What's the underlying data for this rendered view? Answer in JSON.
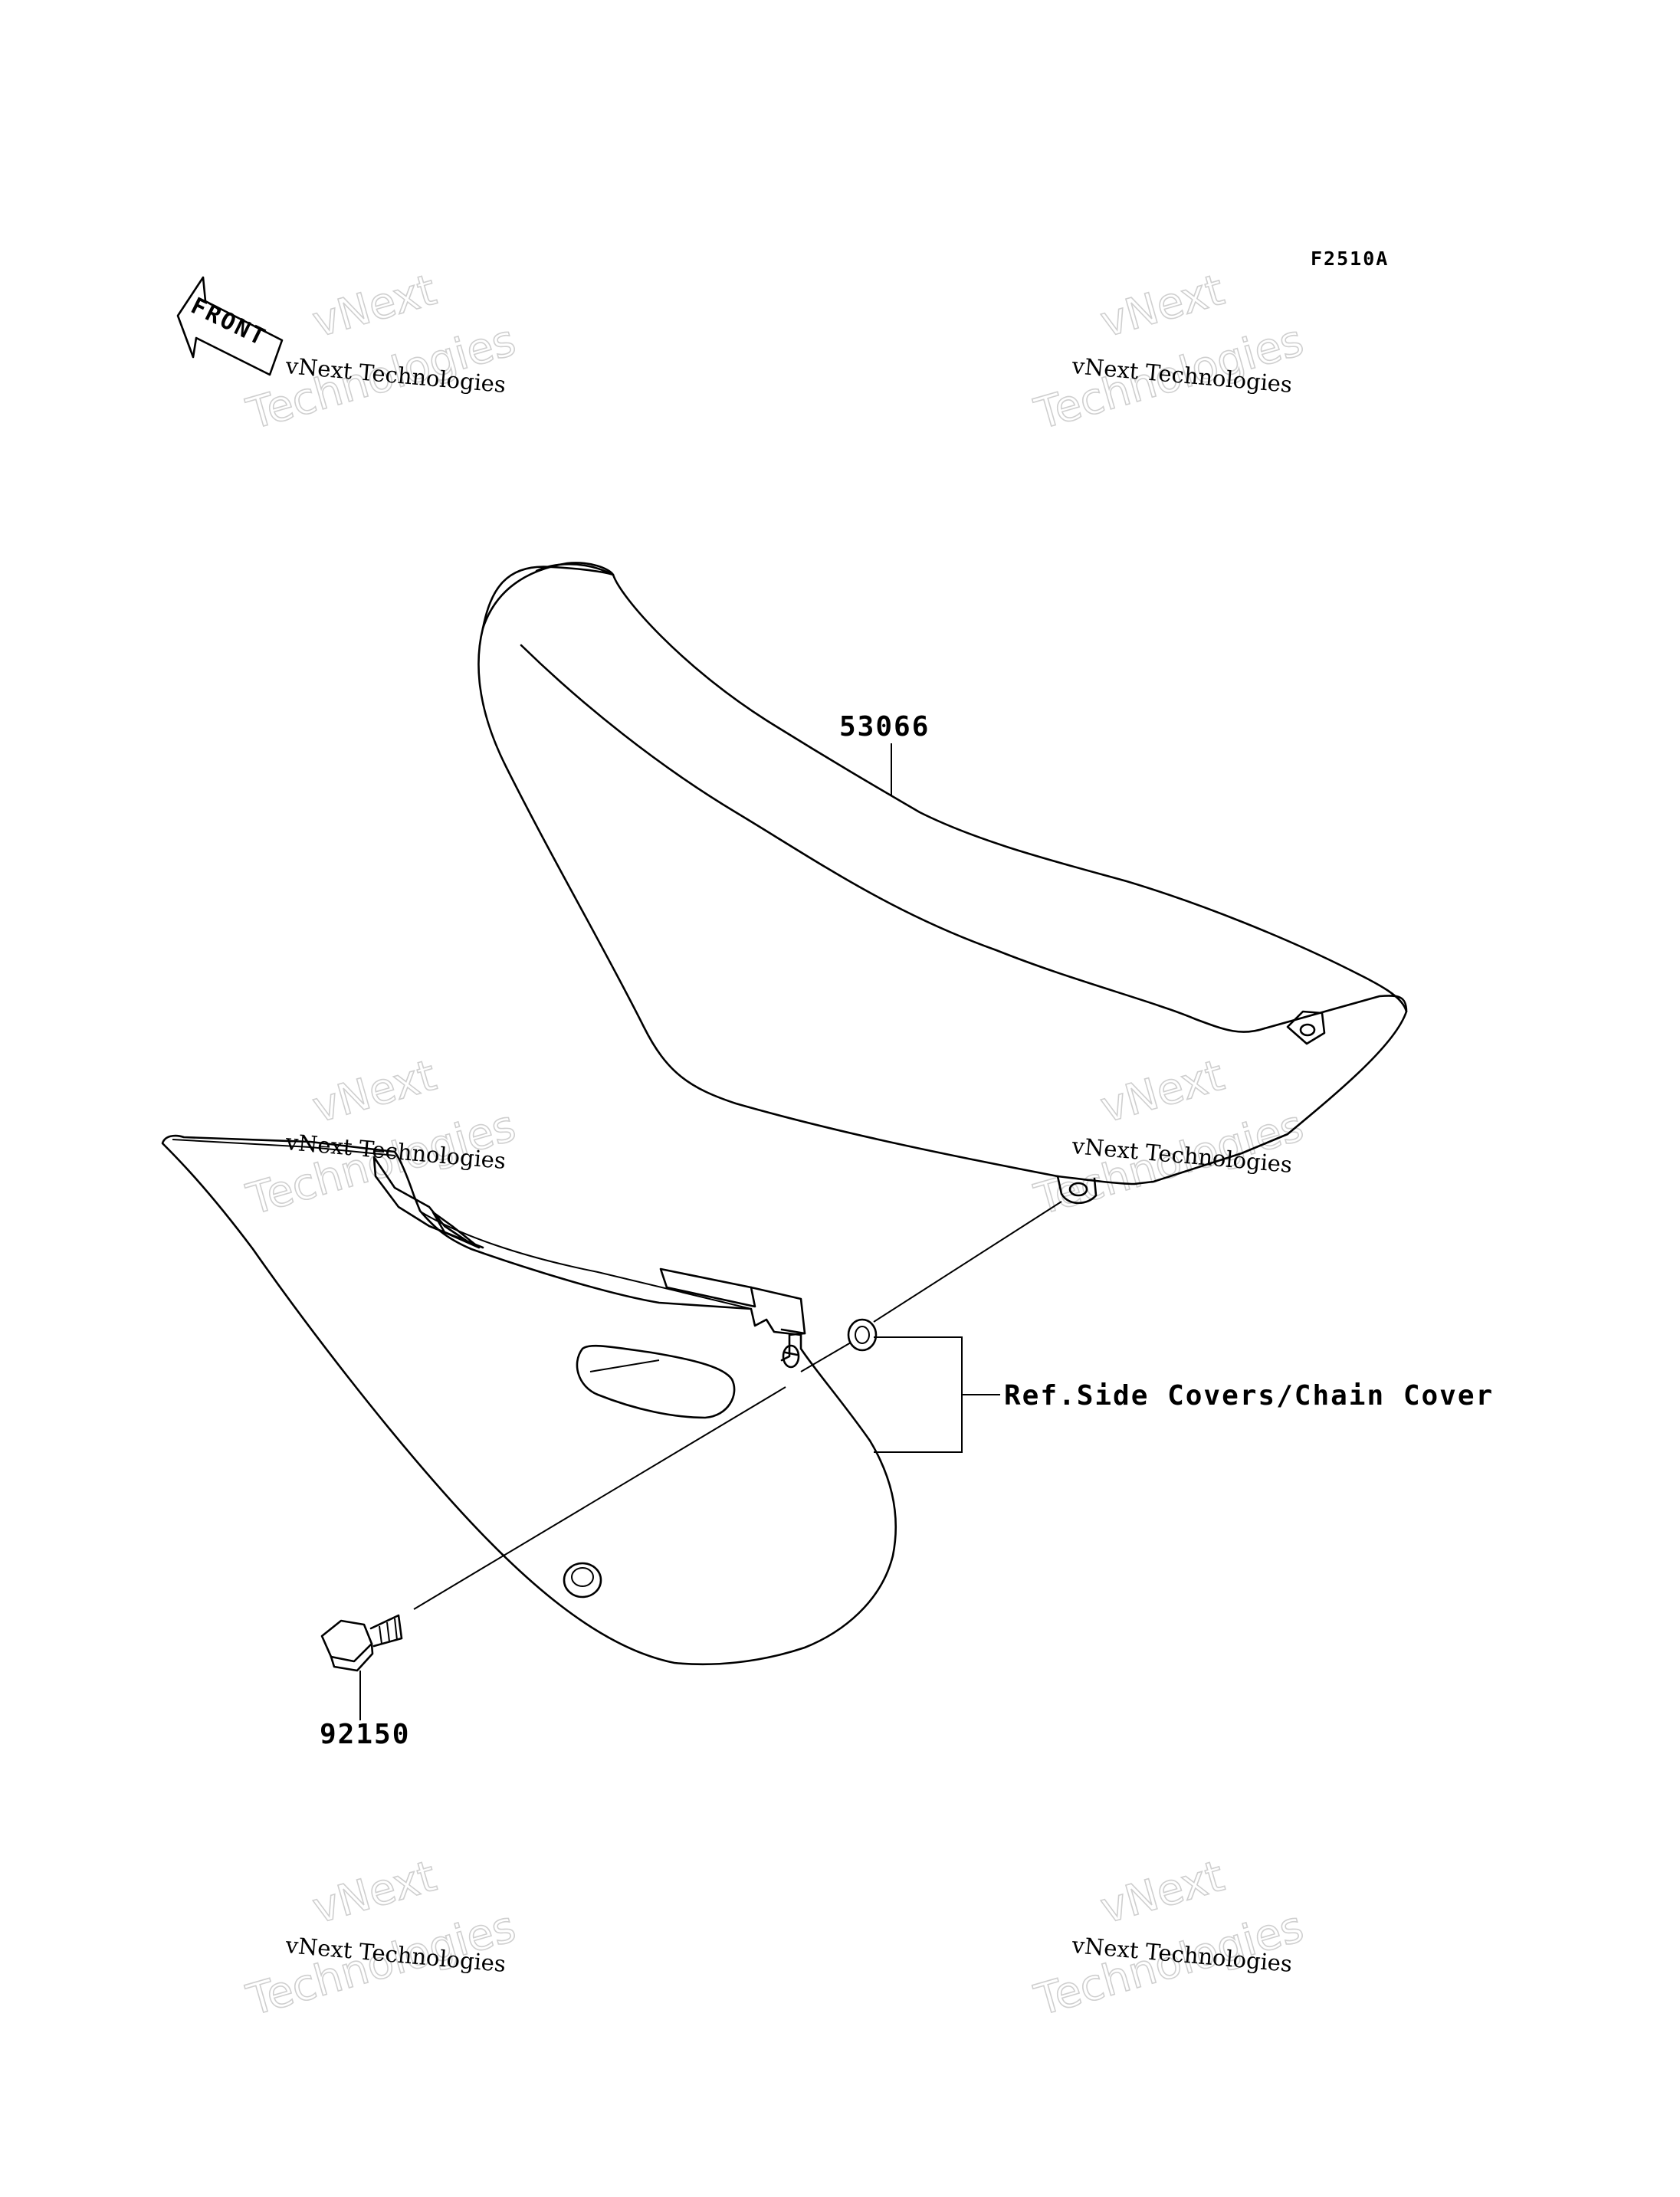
{
  "figure_code": "F2510A",
  "front_label": "FRONT",
  "parts": [
    {
      "number": "53066"
    },
    {
      "number": "92150"
    }
  ],
  "reference": "Ref.Side Covers/Chain Cover",
  "watermark": {
    "line1": "vNext",
    "line2": "Technologies",
    "caption": "vNext Technologies"
  }
}
